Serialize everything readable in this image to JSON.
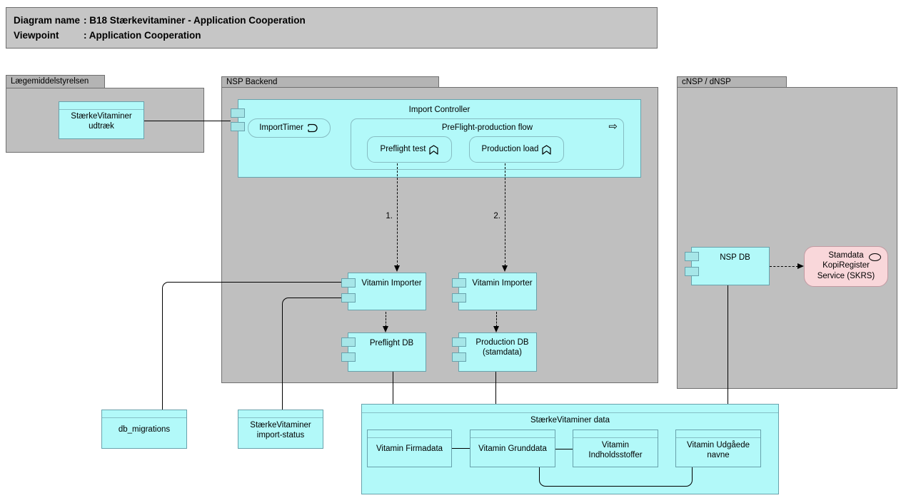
{
  "title_block": {
    "rows": [
      {
        "label": "Diagram name",
        "value": ": B18 Stærkevitaminer - Application Cooperation"
      },
      {
        "label": "Viewpoint",
        "value": ": Application Cooperation"
      }
    ]
  },
  "groups": {
    "laegemiddelstyrelsen": "Lægemiddelstyrelsen",
    "nsp_backend": "NSP Backend",
    "cnsp_dnsp": "cNSP / dNSP"
  },
  "nodes": {
    "udtraek": "StærkeVitaminer\nudtræk",
    "import_controller": "Import Controller",
    "import_timer": "ImportTimer",
    "preflight_flow": "PreFlight-production flow",
    "preflight_test": "Preflight test",
    "production_load": "Production load",
    "vitamin_importer_1": "Vitamin Importer",
    "vitamin_importer_2": "Vitamin Importer",
    "preflight_db": "Preflight DB",
    "production_db": "Production DB\n(stamdata)",
    "nsp_db": "NSP DB",
    "skrs": "Stamdata\nKopiRegister\nService (SKRS)",
    "db_migrations": "db_migrations",
    "import_status": "StærkeVitaminer\nimport-status",
    "data_group": "StærkeVitaminer data",
    "vitamin_firmadata": "Vitamin Firmadata",
    "vitamin_grunddata": "Vitamin Grunddata",
    "vitamin_indholdsstoffer": "Vitamin\nIndholdsstoffer",
    "vitamin_udgaede": "Vitamin Udgåede\nnavne"
  },
  "connections": {
    "flow_label_1": "1.",
    "flow_label_2": "2."
  },
  "icons": {
    "process_arrow": "⇨"
  },
  "colors": {
    "app_fill": "#b2f9f9",
    "app_border": "#68a2ac",
    "group_fill": "#bfbfbf",
    "group_tab_fill": "#b4b4b4",
    "group_border": "#6f6f6f",
    "service_fill": "#f9d7da",
    "service_border": "#c29aa2",
    "title_fill": "#c6c6c6",
    "line": "#000000"
  }
}
